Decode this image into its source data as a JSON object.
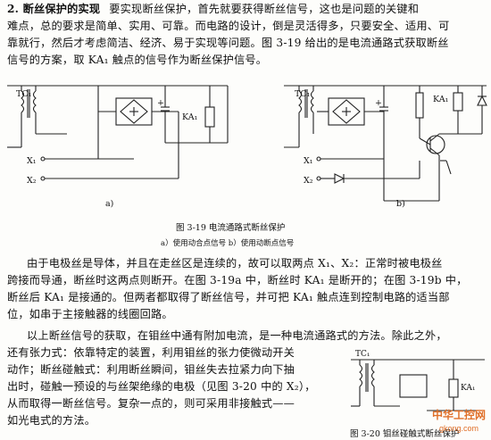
{
  "intro": {
    "lines": [
      "要实现断丝保护，首先就要获得断丝信号，这也是问题的关键和",
      "难点，总的要求是简单、实用、可靠。而电路的设计，倒是灵活得多，只要安全、适用、可",
      "靠就行，然后才考虑简洁、经济、易于实现等问题。图 3-19 给出的是电流通路式获取断丝",
      "信号的方案，取 KA₁ 触点的信号作为断丝保护信号。"
    ],
    "heading": "2. 断丝保护的实现"
  },
  "fig19": {
    "title": "图 3-19   电流通路式断丝保护",
    "subtitle": "a）使用动合点信号   b）使用动断点信号",
    "a_label": "a)",
    "b_label": "b)",
    "tc": "TC₁",
    "x1": "X₁",
    "x2": "X₂",
    "ka": "KA₁",
    "plus": "+"
  },
  "body": {
    "lines": [
      "由于电极丝是导体，并且在走丝区是连续的，故可以取两点 X₁、X₂：正常时被电极丝",
      "跨接而导通，断丝时这两点则断开。在图 3-19a 中，断丝时 KA₁ 是断开的；在图 3-19b 中，",
      "断丝后 KA₁ 是接通的。但两者都取得了断丝信号，并可把 KA₁ 触点连到控制电路的适当部",
      "位，如串于主接触器的线圈回路。"
    ]
  },
  "tail": {
    "lines": [
      "以上断丝信号的获取，在钼丝中通有附加电流，是一种电流通路式的方法。除此之外，",
      "还有张力式：依靠特定的装置，利用钼丝的张力使微动开关",
      "动作；断丝碰触式：利用断丝瞬间，钼丝失去拉紧力向下抽",
      "出时，碰触一预设的与丝架绝缘的电极（见图 3-20 中的 X₂），",
      "从而取得一断丝信号。复杂一点的，则可采用非接触式——",
      "如光电式的方法。"
    ]
  },
  "fig20": {
    "title": "图 3-20   钼丝碰触式断丝保护",
    "tc": "TC₁",
    "ka": "KA₁"
  },
  "watermark": {
    "main": "中华工控网",
    "url": "gkong.com"
  }
}
